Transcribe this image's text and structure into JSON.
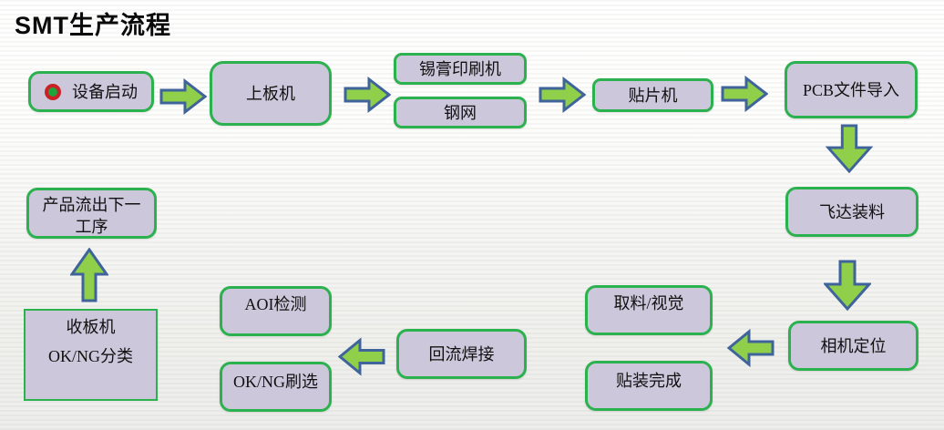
{
  "title": "SMT生产流程",
  "flow": {
    "start": "设备启动",
    "board_loader": "上板机",
    "solder_printer": "锡膏印刷机",
    "stencil": "钢网",
    "pick_place_machine": "贴片机",
    "pcb_import": "PCB文件导入",
    "feeder_load": "飞达装料",
    "camera_align": "相机定位",
    "pick_vision": "取料/视觉",
    "mount_done": "贴装完成",
    "reflow": "回流焊接",
    "aoi": "AOI检测",
    "ok_ng_screen": "OK/NG刷选",
    "board_unloader": "收板机",
    "ok_ng_sort": "OK/NG分类",
    "product_next": "产品流出下一工序"
  },
  "icons": {
    "status_indicator": "red-ring-green-core-circle",
    "arrow_right": "block-arrow-right",
    "arrow_down": "block-arrow-down",
    "arrow_left": "block-arrow-left",
    "arrow_up": "block-arrow-up"
  },
  "colors": {
    "node_fill": "#cdc7db",
    "node_border": "#2cb14f",
    "arrow_fill": "#90cf4a",
    "arrow_border": "#3f639b",
    "status_ring": "#cc2027",
    "status_core": "#1fa33c"
  }
}
